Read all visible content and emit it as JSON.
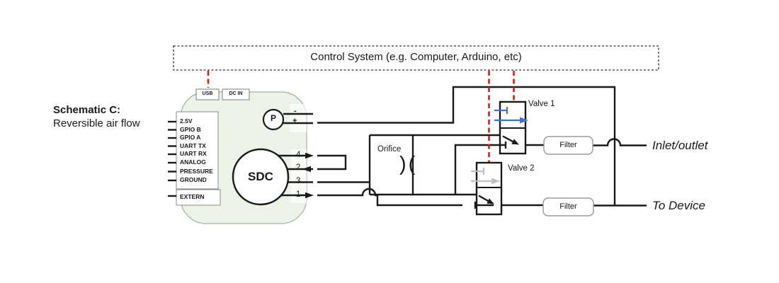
{
  "title_block": {
    "line1": "Schematic C:",
    "line2": "Reversible air flow"
  },
  "control_system": {
    "label": "Control System (e.g. Computer, Arduino, etc)"
  },
  "board": {
    "connectors": {
      "usb": "USB",
      "dcin": "DC IN"
    },
    "pins_left": [
      "2.5V",
      "GPIO B",
      "GPIO A",
      "UART TX",
      "UART RX",
      "ANALOG",
      "PRESSURE",
      "GROUND"
    ],
    "extern": "EXTERN",
    "pressure_sensor": "P",
    "sensor_ports": {
      "minus": "-",
      "plus": "+"
    },
    "sdc": "SDC",
    "sdc_ports": [
      "4",
      "2",
      "3",
      "1"
    ]
  },
  "orifice": {
    "label": "Orifice",
    "symbol": ")("
  },
  "valves": {
    "valve1": "Valve 1",
    "valve2": "Valve 2"
  },
  "filters": {
    "filter1": "Filter",
    "filter2": "Filter"
  },
  "io_labels": {
    "inlet_outlet": "Inlet/outlet",
    "to_device": "To Device"
  },
  "colors": {
    "wire": "#1a1a1a",
    "control_signal_red": "#e01a1a",
    "valve1_symbol_blue": "#4472c4",
    "valve2_symbol_gray": "#c0c0c0",
    "board_fill": "#eaf3e5",
    "board_border": "#9fb49b"
  }
}
